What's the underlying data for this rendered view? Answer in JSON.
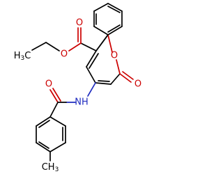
{
  "labels": {
    "o_ester_carbonyl": "O",
    "o_ester_ether": "O",
    "o_ring": "O",
    "o_lactone": "O",
    "o_amide": "O",
    "nh": "NH",
    "methyl_ethyl_h": "H",
    "methyl_ethyl_sub": "3",
    "methyl_ethyl_c": "C",
    "methyl_tolyl": "CH",
    "methyl_tolyl_sub": "3"
  },
  "colors": {
    "carbon": "#000000",
    "oxygen": "#cc0000",
    "nitrogen": "#1f2bbf"
  }
}
